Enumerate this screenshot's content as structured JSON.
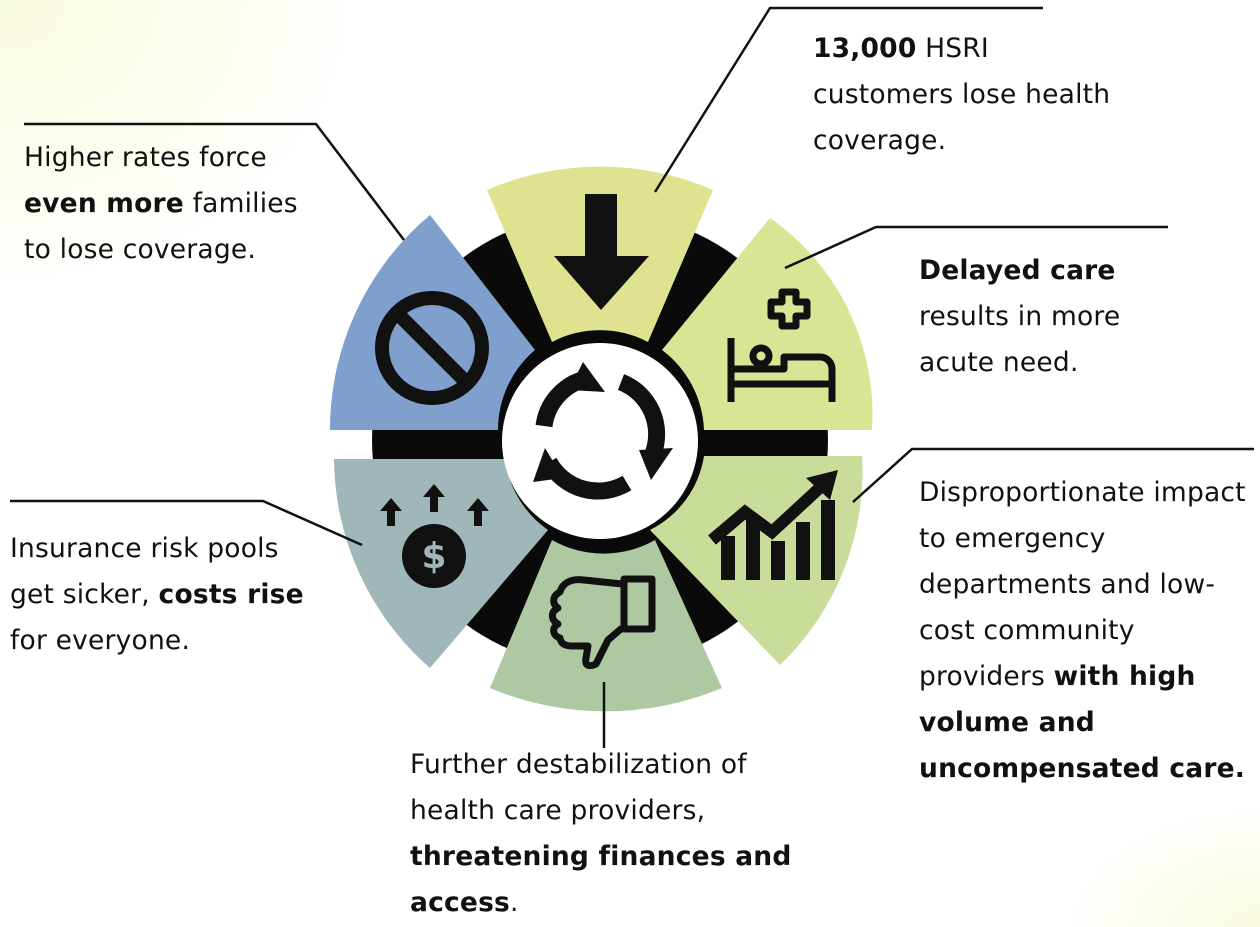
{
  "colors": {
    "ring": "#0a0a0a",
    "segment_top": "#dfe38f",
    "segment_upper_right": "#d9e594",
    "segment_lower_right": "#c9dc9a",
    "segment_bottom": "#aec9a2",
    "segment_lower_left": "#9fb7b9",
    "segment_upper_left": "#7f9fcd",
    "center": "#ffffff",
    "icon": "#111111",
    "text": "#111111"
  },
  "segments": [
    {
      "id": "top",
      "icon": "down-arrow-icon",
      "caption": {
        "bold_first": "13,000",
        "normal": " HSRI customers lose health coverage.",
        "bold_last": ""
      }
    },
    {
      "id": "upper-right",
      "icon": "hospital-bed-icon",
      "caption": {
        "bold_first": "Delayed care",
        "normal": " results in more acute need.",
        "bold_last": ""
      }
    },
    {
      "id": "lower-right",
      "icon": "rising-chart-icon",
      "caption": {
        "bold_first": "",
        "normal": "Disproportionate impact to emergency departments and low-cost community providers ",
        "bold_last": "with high volume and uncompensated care."
      }
    },
    {
      "id": "bottom",
      "icon": "thumbs-down-icon",
      "caption": {
        "bold_first": "",
        "normal": "Further destabilization of health care providers, ",
        "bold_last": "threatening finances and access",
        "tail": "."
      }
    },
    {
      "id": "lower-left",
      "icon": "rising-costs-icon",
      "caption": {
        "pre": "Insurance risk pools get sicker, ",
        "bold": "costs rise",
        "post": " for everyone."
      }
    },
    {
      "id": "upper-left",
      "icon": "prohibited-icon",
      "caption": {
        "pre": "Higher rates force ",
        "bold": "even more",
        "post": " families to lose coverage."
      }
    }
  ],
  "center_icon": "cycle-arrows-icon"
}
